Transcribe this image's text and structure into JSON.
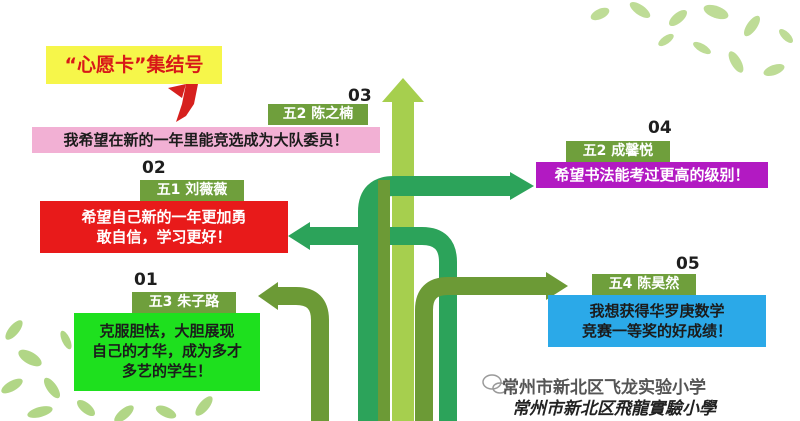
{
  "title": "“心愿卡”集结号",
  "colors": {
    "title_bg": "#f6f64a",
    "title_text": "#d81818",
    "arrow_light": "#a6cf4e",
    "arrow_dark": "#6c9a36",
    "arrow_teal": "#2ca35a",
    "tag_bg": "#6f9f3c"
  },
  "wishes": [
    {
      "number": "01",
      "name": "五3 朱子路",
      "lines": [
        "克服胆怯，大胆展现",
        "自己的才华，成为多才",
        "多艺的学生！"
      ],
      "card_color": "#1ee01e"
    },
    {
      "number": "02",
      "name": "五1 刘薇薇",
      "lines": [
        "希望自己新的一年更加勇",
        "敢自信，学习更好！"
      ],
      "card_color": "#e81a1a"
    },
    {
      "number": "03",
      "name": "五2 陈之楠",
      "lines": [
        "我希望在新的一年里能竞选成为大队委员！"
      ],
      "card_color": "#f2b0d4"
    },
    {
      "number": "04",
      "name": "五2 成馨悦",
      "lines": [
        "希望书法能考过更高的级别！"
      ],
      "card_color": "#b21ac2"
    },
    {
      "number": "05",
      "name": "五4 陈昊然",
      "lines": [
        "我想获得华罗庚数学",
        "竞赛一等奖的好成绩！"
      ],
      "card_color": "#2ba9e8"
    }
  ],
  "watermark": {
    "line1": "常州市新北区飞龙实验小学",
    "line2": "常州市新北区飛龍實驗小學"
  }
}
